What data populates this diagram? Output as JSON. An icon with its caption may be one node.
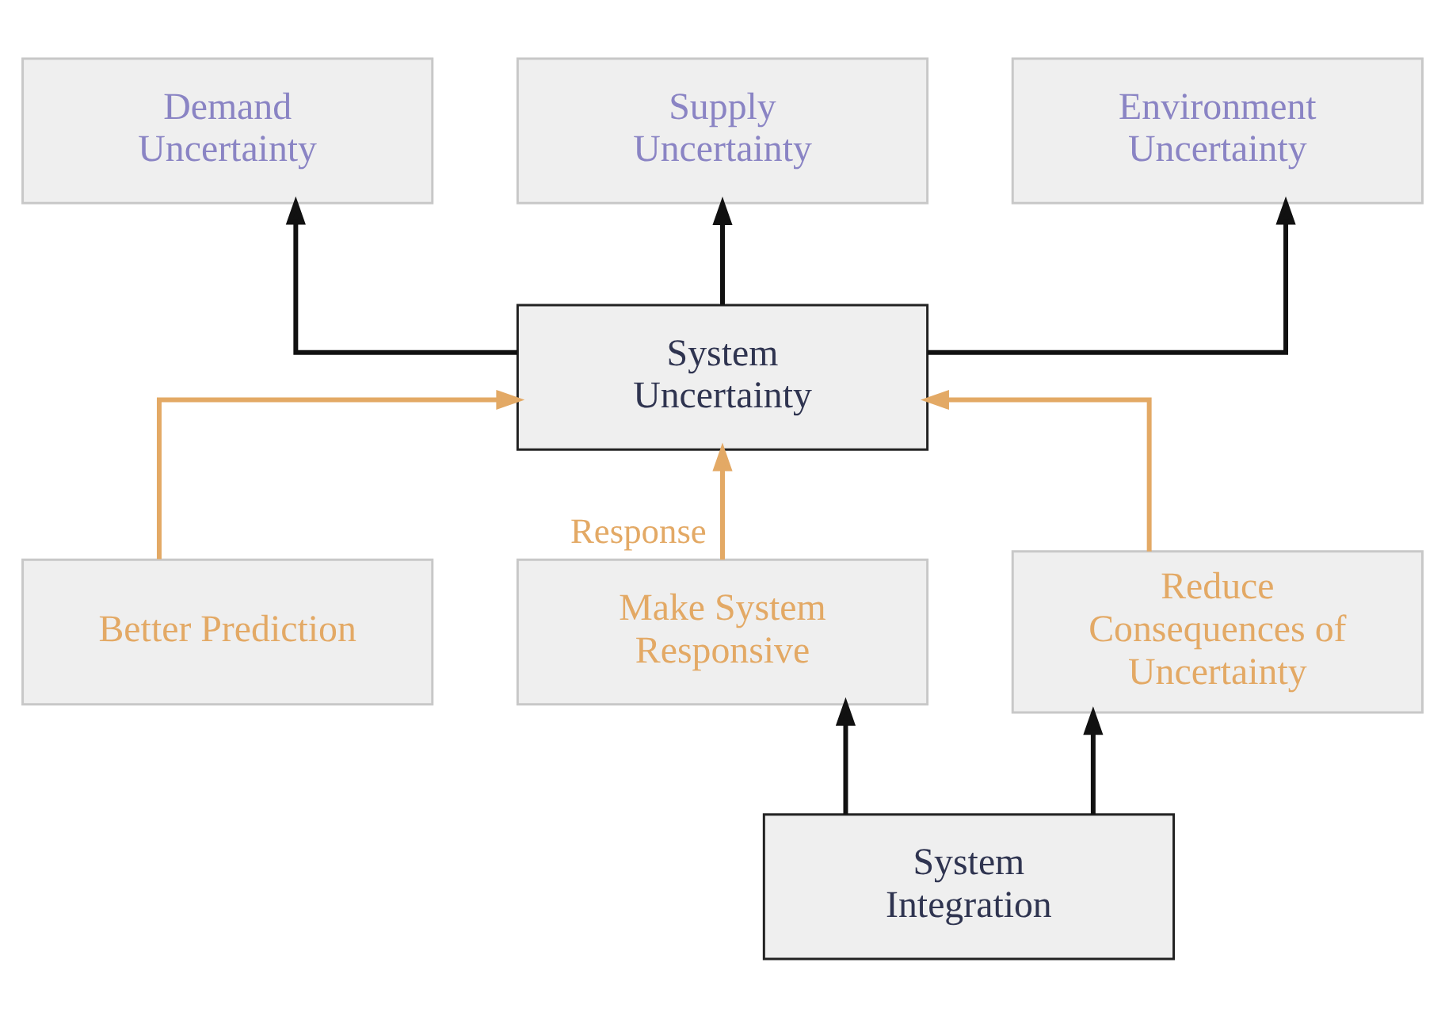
{
  "diagram": {
    "nodes": [
      {
        "text": [
          "Demand Uncertainty"
        ]
      },
      {
        "text": [
          "Supply Uncertainty"
        ]
      },
      {
        "text": [
          "Environment Uncertainty"
        ]
      },
      {
        "text": [
          "System Uncertainty"
        ]
      },
      {
        "text": [
          "Better Prediction"
        ]
      },
      {
        "text": [
          "Make System Responsive"
        ]
      },
      {
        "text": [
          "Reduce Consequences of Uncertainty"
        ]
      },
      {
        "text": [
          "System Integration"
        ]
      }
    ],
    "edges": [
      {
        "from": 3,
        "to": 0,
        "arrow": "to"
      },
      {
        "from": 3,
        "to": 1,
        "arrow": "to"
      },
      {
        "from": 3,
        "to": 2,
        "arrow": "to"
      },
      {
        "from": 4,
        "to": 3,
        "arrow": "to",
        "color": "#e3a965"
      },
      {
        "from": 5,
        "to": 3,
        "arrow": "to",
        "label": "Response",
        "color": "#e3a965"
      },
      {
        "from": 6,
        "to": 3,
        "arrow": "to",
        "color": "#e3a965"
      },
      {
        "from": 7,
        "to": 5,
        "arrow": "to"
      },
      {
        "from": 7,
        "to": 6,
        "arrow": "to"
      }
    ]
  }
}
